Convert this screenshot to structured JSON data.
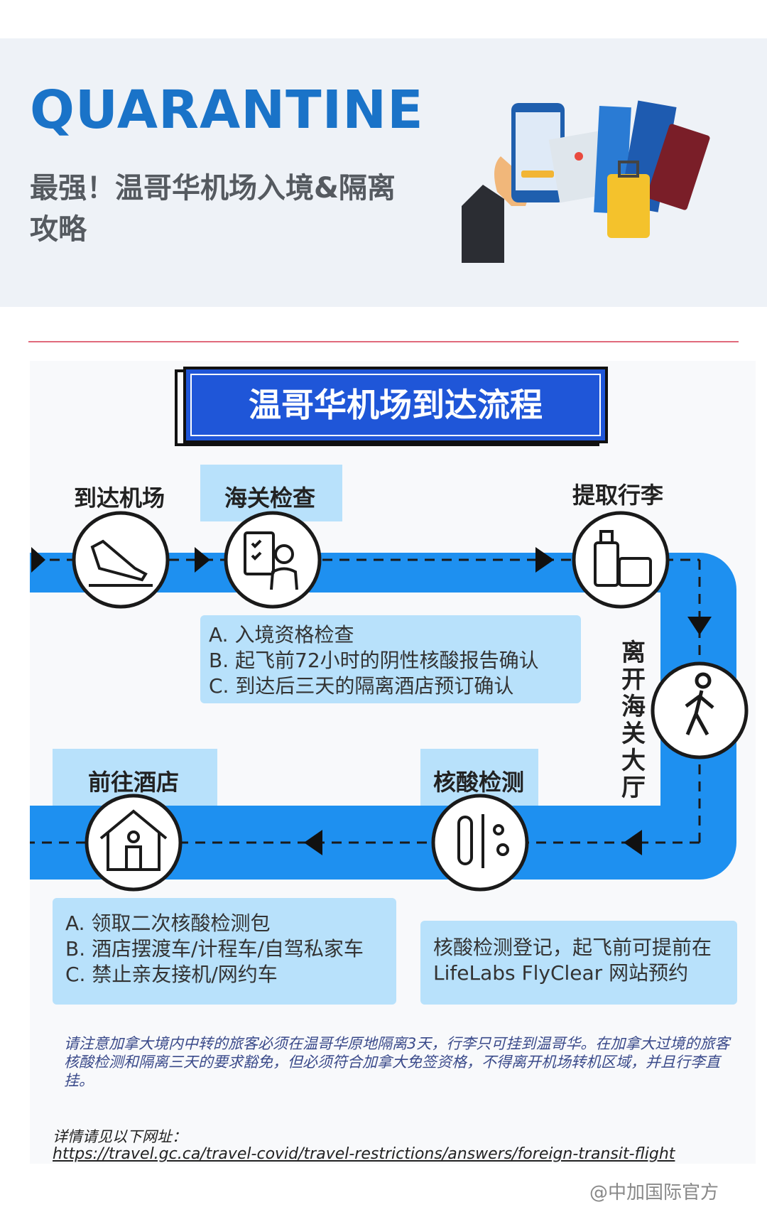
{
  "header": {
    "title": "QUARANTINE",
    "subtitle": "最强！温哥华机场入境&隔离攻略"
  },
  "flow": {
    "banner": "温哥华机场到达流程",
    "steps": {
      "arrive": "到达机场",
      "customs": "海关检查",
      "baggage": "提取行李",
      "leave": "离开海关大厅",
      "test": "核酸检测",
      "hotel": "前往酒店"
    },
    "customs_items": [
      "A.  入境资格检查",
      "B.  起飞前72小时的阴性核酸报告确认",
      "C.  到达后三天的隔离酒店预订确认"
    ],
    "hotel_items": [
      "A. 领取二次核酸检测包",
      "B. 酒店摆渡车/计程车/自驾私家车",
      "C. 禁止亲友接机/网约车"
    ],
    "test_items": [
      "核酸检测登记，起飞前可提前在",
      "LifeLabs FlyClear 网站预约"
    ]
  },
  "footer": {
    "note": "请注意加拿大境内中转的旅客必须在温哥华原地隔离3天，行李只可挂到温哥华。在加拿大过境的旅客核酸检测和隔离三天的要求豁免，但必须符合加拿大免签资格，不得离开机场转机区域，并且行李直挂。",
    "detail_label": "详情请见以下网址：",
    "url": "https://travel.gc.ca/travel-covid/travel-restrictions/answers/foreign-transit-flight",
    "weibo": "@中加国际官方"
  },
  "colors": {
    "title_blue": "#1a73c8",
    "track_blue": "#1e90f0",
    "box_blue": "#b8e1fb",
    "banner_blue": "#1f56d8"
  }
}
